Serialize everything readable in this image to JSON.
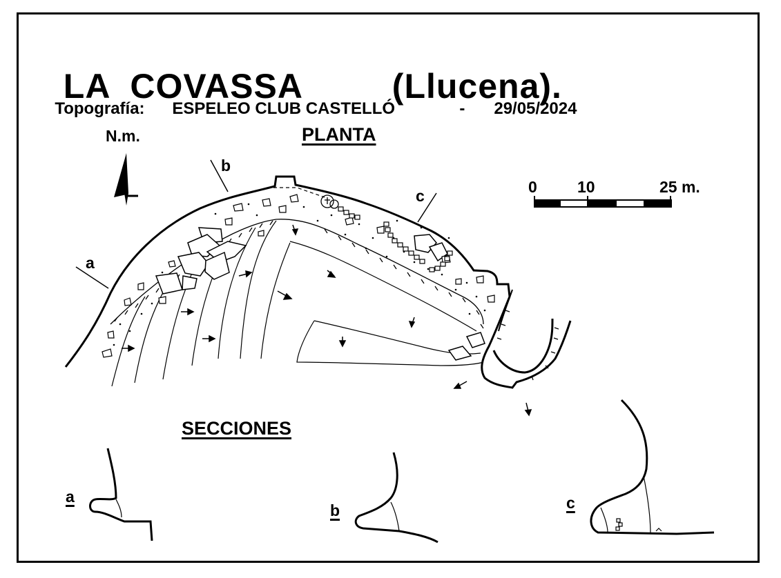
{
  "header": {
    "title_cave": "LA  COVASSA",
    "title_place": "(Llucena).",
    "topografia_label": "Topografía:",
    "club": "ESPELEO CLUB CASTELLÓ",
    "separator": "-",
    "date": "29/05/2024"
  },
  "plan": {
    "heading": "PLANTA",
    "north_label": "N.m.",
    "section_markers": [
      "a",
      "b",
      "c"
    ],
    "scale": {
      "ticks": [
        "0",
        "10",
        "25 m."
      ]
    }
  },
  "sections": {
    "heading": "SECCIONES",
    "labels": [
      "a",
      "b",
      "c"
    ]
  },
  "colors": {
    "ink": "#000000",
    "paper": "#ffffff"
  }
}
